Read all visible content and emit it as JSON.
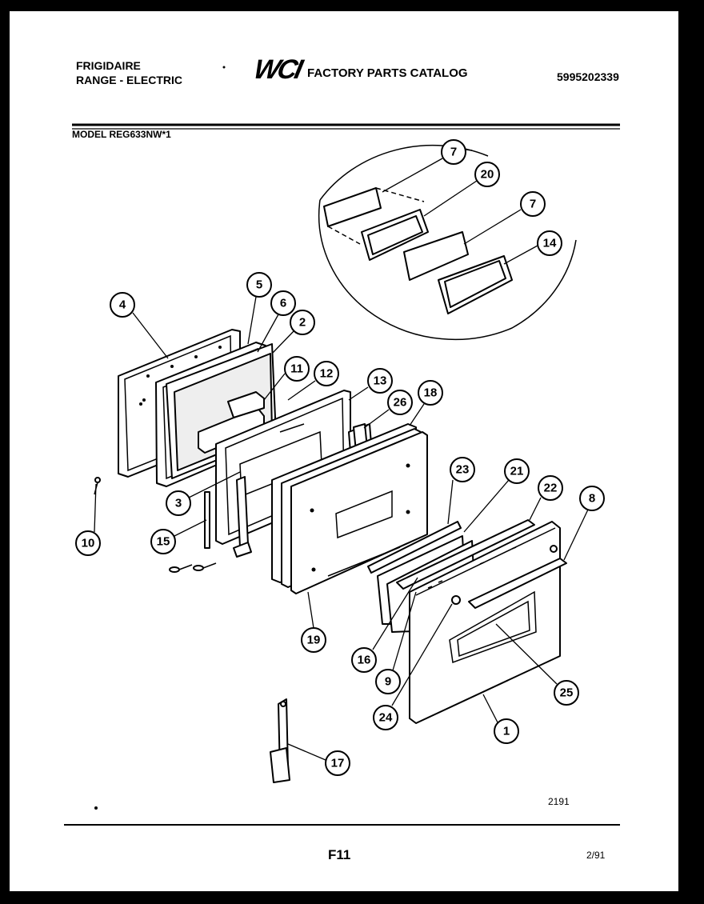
{
  "header": {
    "brand": "FRIGIDAIRE",
    "category": "RANGE - ELECTRIC",
    "logo_text": "WCI",
    "catalog_title": "FACTORY PARTS CATALOG",
    "catalog_number": "5995202339",
    "model_label": "MODEL REG633NW*1"
  },
  "footer": {
    "drawing_number": "2191",
    "page": "F11",
    "date": "2/91"
  },
  "callouts": [
    "7",
    "20",
    "7",
    "14",
    "4",
    "5",
    "6",
    "2",
    "11",
    "12",
    "13",
    "26",
    "18",
    "3",
    "10",
    "15",
    "23",
    "21",
    "22",
    "8",
    "19",
    "16",
    "9",
    "24",
    "25",
    "1",
    "17"
  ]
}
